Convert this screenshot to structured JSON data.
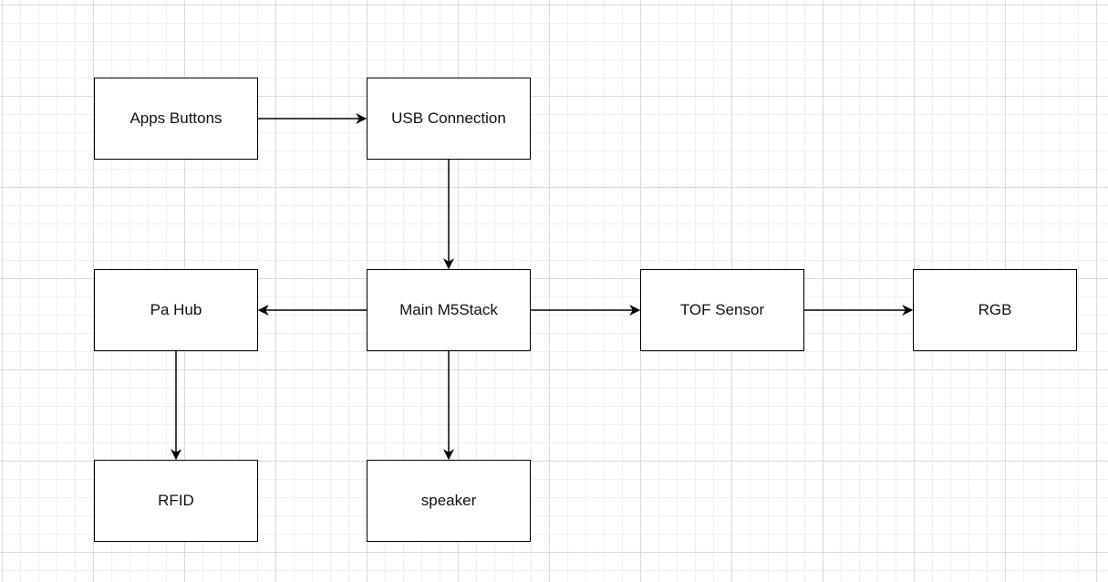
{
  "nodes": {
    "apps_buttons": "Apps Buttons",
    "usb_connection": "USB Connection",
    "pa_hub": "Pa Hub",
    "main_m5stack": "Main M5Stack",
    "tof_sensor": "TOF Sensor",
    "rgb": "RGB",
    "rfid": "RFID",
    "speaker": "speaker"
  },
  "edges": [
    {
      "from": "apps_buttons",
      "to": "usb_connection"
    },
    {
      "from": "usb_connection",
      "to": "main_m5stack"
    },
    {
      "from": "main_m5stack",
      "to": "pa_hub"
    },
    {
      "from": "main_m5stack",
      "to": "tof_sensor"
    },
    {
      "from": "tof_sensor",
      "to": "rgb"
    },
    {
      "from": "pa_hub",
      "to": "rfid"
    },
    {
      "from": "main_m5stack",
      "to": "speaker"
    }
  ],
  "colors": {
    "line": "#000000",
    "node_border": "#000000",
    "node_fill": "#ffffff",
    "grid_major": "#d9d9d9",
    "grid_minor": "#efefef"
  }
}
